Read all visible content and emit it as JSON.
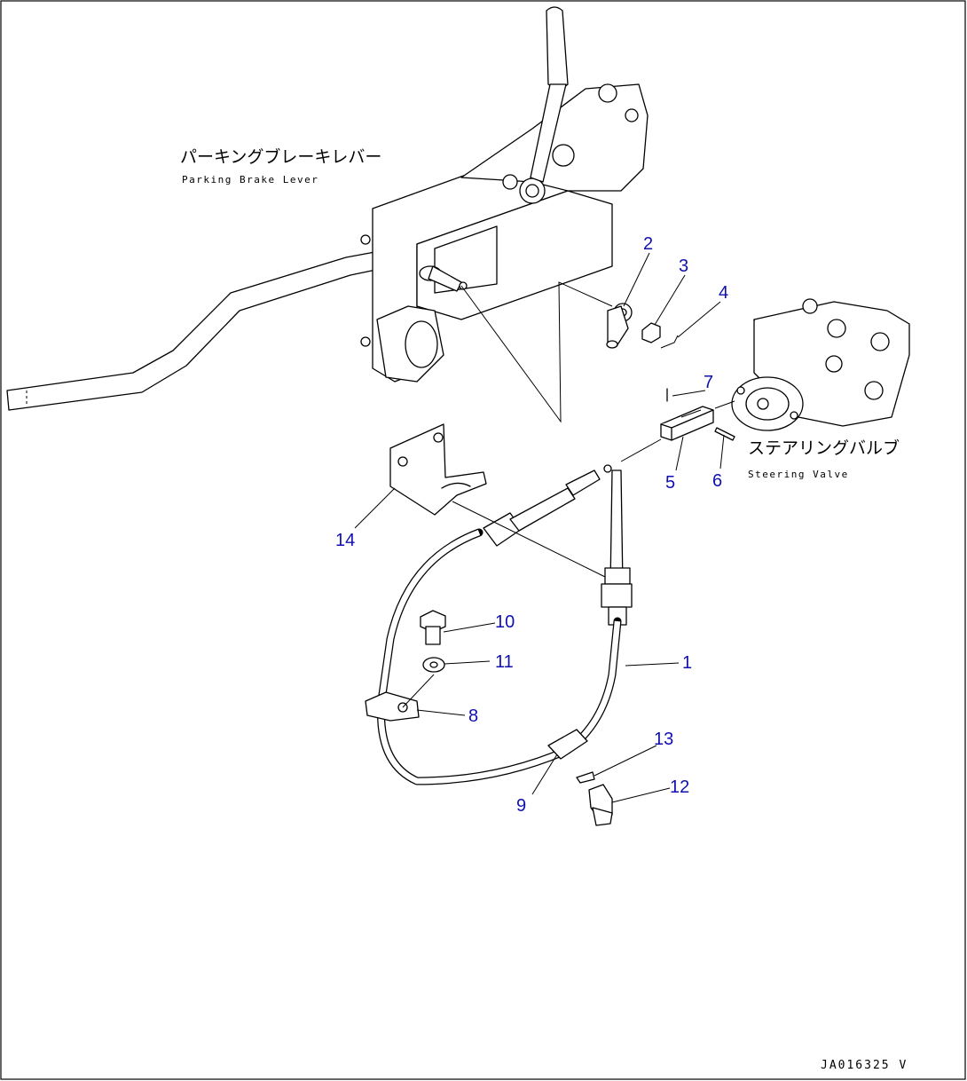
{
  "labels": {
    "parking_brake_jp": "パーキングブレーキレバー",
    "parking_brake_en": "Parking Brake Lever",
    "steering_valve_jp": "ステアリングバルブ",
    "steering_valve_en": "Steering Valve"
  },
  "callouts": {
    "c1": "1",
    "c2": "2",
    "c3": "3",
    "c4": "4",
    "c5": "5",
    "c6": "6",
    "c7": "7",
    "c8": "8",
    "c9": "9",
    "c10": "10",
    "c11": "11",
    "c12": "12",
    "c13": "13",
    "c14": "14"
  },
  "drawing_code": "JA016325 V"
}
